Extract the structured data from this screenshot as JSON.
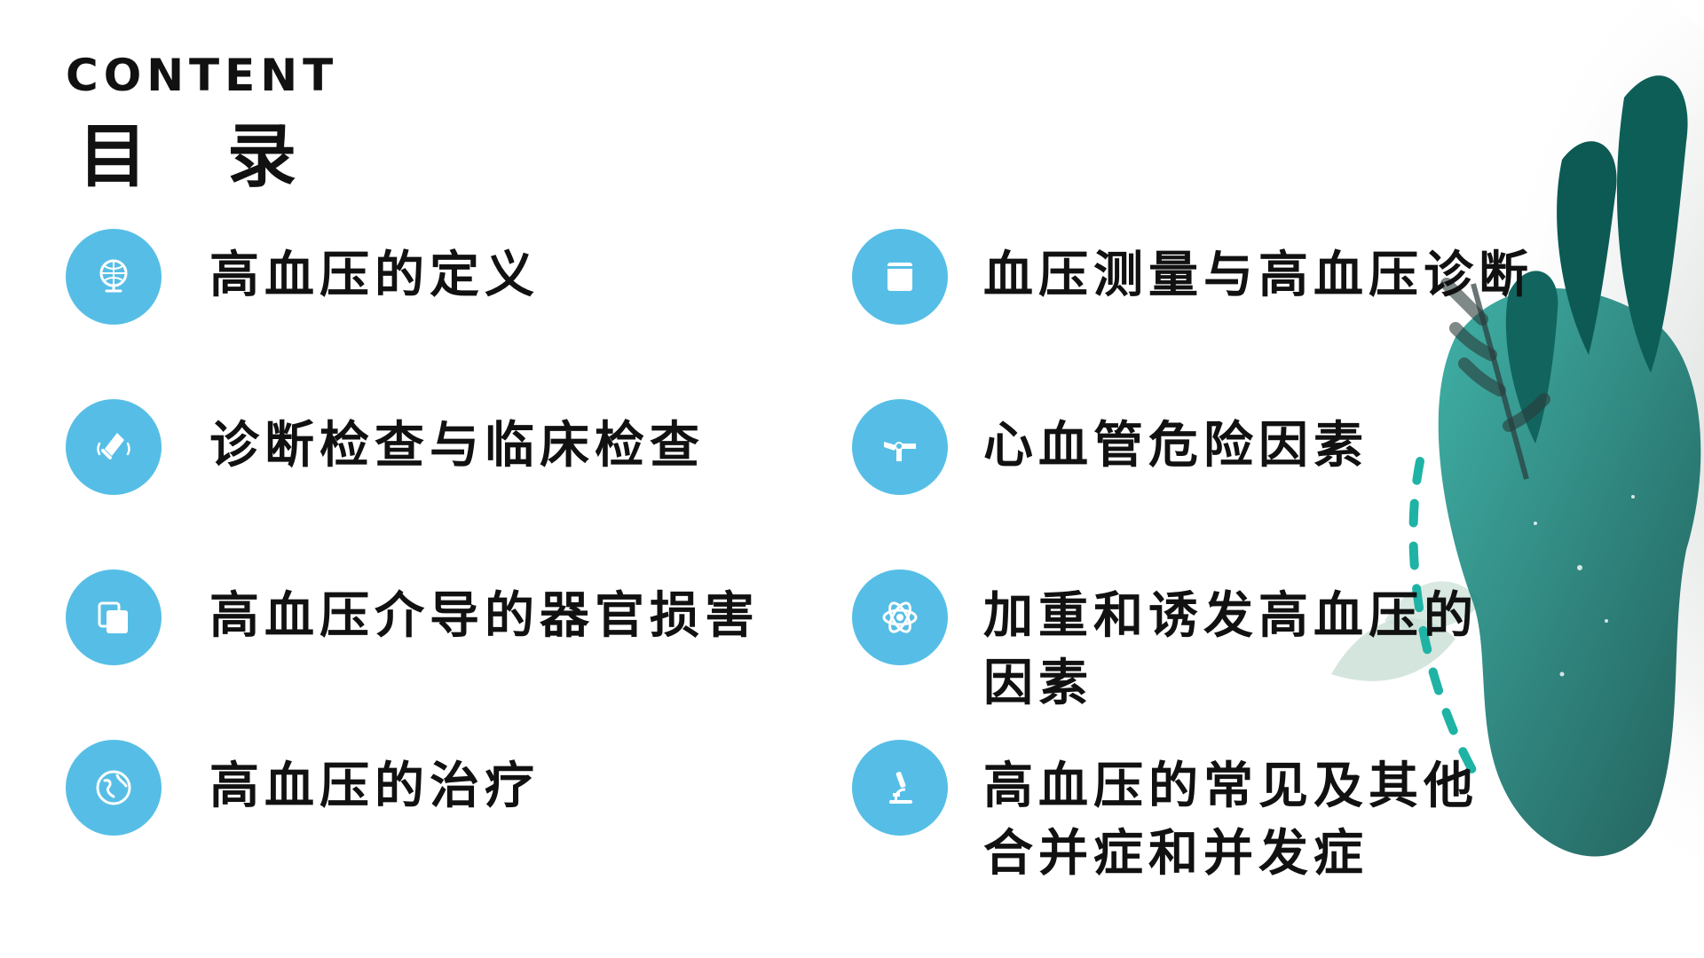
{
  "header": {
    "kicker": "CONTENT",
    "title": "目录"
  },
  "items": [
    {
      "label": "高血压的定义",
      "icon": "globe-icon"
    },
    {
      "label": "血压测量与高血压诊断",
      "icon": "book-icon"
    },
    {
      "label": "诊断检查与临床检查",
      "icon": "bell-icon"
    },
    {
      "label": "心血管危险因素",
      "icon": "tools-icon"
    },
    {
      "label": "高血压介导的器官损害",
      "icon": "documents-icon"
    },
    {
      "label": "加重和诱发高血压的因素",
      "icon": "atom-icon"
    },
    {
      "label": "高血压的治疗",
      "icon": "earth-icon"
    },
    {
      "label": "高血压的常见及其他合并症和并发症",
      "icon": "microscope-icon"
    }
  ],
  "colors": {
    "accent": "#56BEE6",
    "text": "#111111",
    "leaf_dark": "#0E5E58",
    "leaf_teal": "#1E8F86",
    "leaf_light": "#BFD9CF"
  }
}
